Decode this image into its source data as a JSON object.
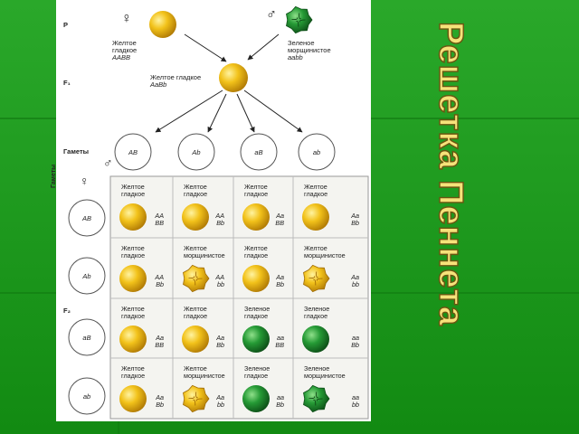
{
  "parents": {
    "label": "P",
    "female": {
      "phenotype_line1": "Желтое",
      "phenotype_line2": "гладкое",
      "genotype": "AABB",
      "symbol": "♀"
    },
    "male": {
      "phenotype_line1": "Зеленое",
      "phenotype_line2": "морщинистое",
      "genotype": "aabb",
      "symbol": "♂"
    }
  },
  "f1": {
    "label": "F₁",
    "phenotype": "Желтое гладкое",
    "genotype": "AaBb"
  },
  "gametes": {
    "label": "Гаметы",
    "male_symbol": "♂",
    "female_symbol": "♀",
    "male": [
      "AB",
      "Ab",
      "aB",
      "ab"
    ],
    "female": [
      "AB",
      "Ab",
      "aB",
      "ab"
    ],
    "female_label": "Гаметы"
  },
  "f2": {
    "label": "F₂",
    "rows": [
      [
        {
          "l1": "Желтое",
          "l2": "гладкое",
          "g1": "AA",
          "g2": "BB",
          "seed": "yellow-smooth"
        },
        {
          "l1": "Желтое",
          "l2": "гладкое",
          "g1": "AA",
          "g2": "Bb",
          "seed": "yellow-smooth"
        },
        {
          "l1": "Желтое",
          "l2": "гладкое",
          "g1": "Aa",
          "g2": "BB",
          "seed": "yellow-smooth"
        },
        {
          "l1": "Желтое",
          "l2": "гладкое",
          "g1": "Aa",
          "g2": "Bb",
          "seed": "yellow-smooth"
        }
      ],
      [
        {
          "l1": "Желтое",
          "l2": "гладкое",
          "g1": "AA",
          "g2": "Bb",
          "seed": "yellow-smooth"
        },
        {
          "l1": "Желтое",
          "l2": "морщинистое",
          "g1": "AA",
          "g2": "bb",
          "seed": "yellow-wrinkled"
        },
        {
          "l1": "Желтое",
          "l2": "гладкое",
          "g1": "Aa",
          "g2": "Bb",
          "seed": "yellow-smooth"
        },
        {
          "l1": "Желтое",
          "l2": "морщинистое",
          "g1": "Aa",
          "g2": "bb",
          "seed": "yellow-wrinkled"
        }
      ],
      [
        {
          "l1": "Желтое",
          "l2": "гладкое",
          "g1": "Aa",
          "g2": "BB",
          "seed": "yellow-smooth"
        },
        {
          "l1": "Желтое",
          "l2": "гладкое",
          "g1": "Aa",
          "g2": "Bb",
          "seed": "yellow-smooth"
        },
        {
          "l1": "Зеленое",
          "l2": "гладкое",
          "g1": "aa",
          "g2": "BB",
          "seed": "green-smooth"
        },
        {
          "l1": "Зеленое",
          "l2": "гладкое",
          "g1": "aa",
          "g2": "Bb",
          "seed": "green-smooth"
        }
      ],
      [
        {
          "l1": "Желтое",
          "l2": "гладкое",
          "g1": "Aa",
          "g2": "Bb",
          "seed": "yellow-smooth"
        },
        {
          "l1": "Желтое",
          "l2": "морщинистое",
          "g1": "Aa",
          "g2": "bb",
          "seed": "yellow-wrinkled"
        },
        {
          "l1": "Зеленое",
          "l2": "гладкое",
          "g1": "aa",
          "g2": "Bb",
          "seed": "green-smooth"
        },
        {
          "l1": "Зеленое",
          "l2": "морщинистое",
          "g1": "aa",
          "g2": "bb",
          "seed": "green-wrinkled"
        }
      ]
    ]
  },
  "side_title": "Решетка Пеннета",
  "colors": {
    "background": "#1f9a1f",
    "yellow_seed": "#f2c21a",
    "green_seed": "#1e7a2a",
    "title_fill": "#f6e27a"
  }
}
